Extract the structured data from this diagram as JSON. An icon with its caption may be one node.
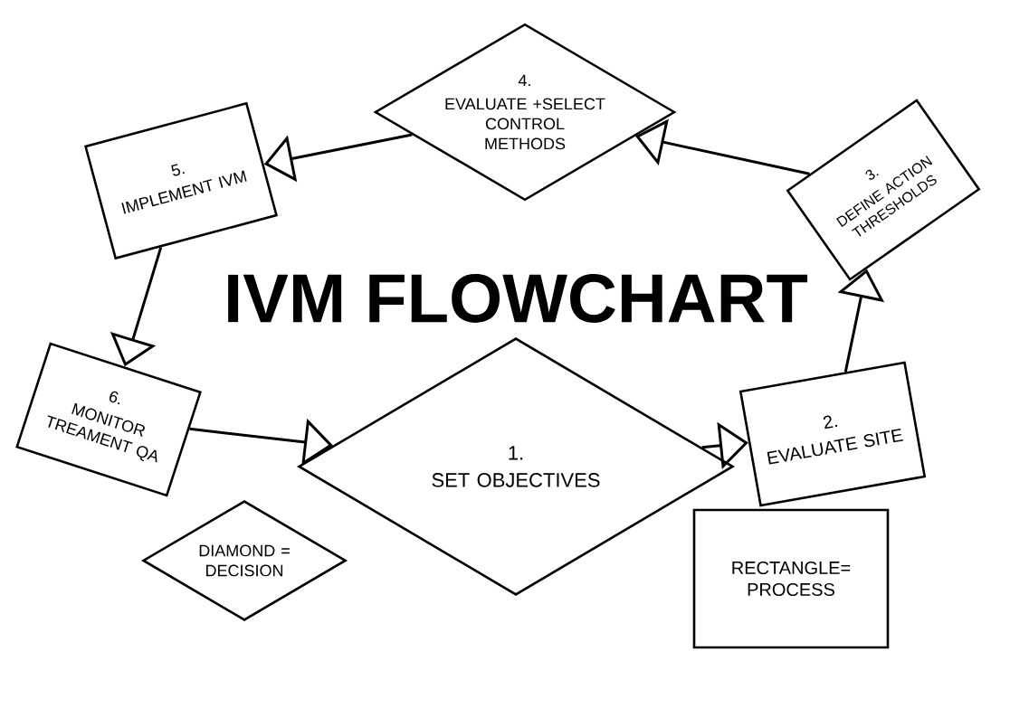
{
  "diagram": {
    "title": "IVM FLOWCHART",
    "nodes": [
      {
        "text": [
          "1.",
          "SET OBJECTIVES"
        ]
      },
      {
        "text": [
          "2.",
          "EVALUATE SITE"
        ]
      },
      {
        "text": [
          "3.",
          "DEFINE ACTION THRESHOLDS"
        ]
      },
      {
        "text": [
          "4.",
          "EVALUATE +SELECT CONTROL METHODS"
        ]
      },
      {
        "text": [
          "5.",
          "IMPLEMENT IVM"
        ]
      },
      {
        "text": [
          "6.",
          "MONITOR TREAMENT QA"
        ]
      },
      {
        "text": [
          "DIAMOND = DECISION"
        ]
      },
      {
        "text": [
          "RECTANGLE= PROCESS"
        ]
      }
    ],
    "edges": [
      {
        "from": 0,
        "to": 1,
        "arrow": "to"
      },
      {
        "from": 1,
        "to": 2,
        "arrow": "to"
      },
      {
        "from": 2,
        "to": 3,
        "arrow": "to"
      },
      {
        "from": 3,
        "to": 4,
        "arrow": "to"
      },
      {
        "from": 4,
        "to": 5,
        "arrow": "to"
      },
      {
        "from": 5,
        "to": 0,
        "arrow": "to"
      }
    ]
  }
}
